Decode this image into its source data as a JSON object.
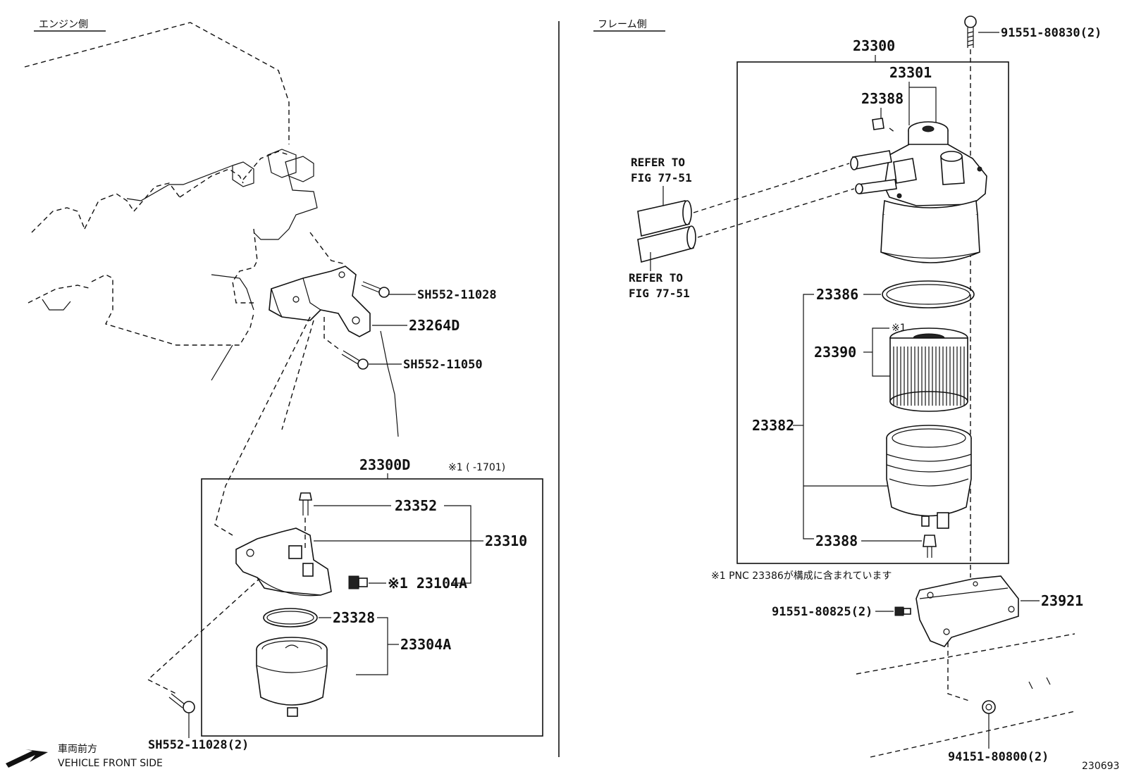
{
  "headers": {
    "engine_side": "エンジン側",
    "frame_side": "フレーム側"
  },
  "labels": {
    "sh552_11028": "SH552-11028",
    "p23264d": "23264D",
    "sh552_11050": "SH552-11050",
    "p23300d": "23300D",
    "note1_range": "※1 (     -1701)",
    "p23352": "23352",
    "p23310": "23310",
    "p23104a": "※1 23104A",
    "p23328": "23328",
    "p23304a": "23304A",
    "sh552_11028_2": "SH552-11028(2)",
    "p91551_80830": "91551-80830(2)",
    "p23300": "23300",
    "p23301": "23301",
    "p23388_top": "23388",
    "refer1_line1": "REFER TO",
    "refer1_line2": "FIG 77-51",
    "refer2_line1": "REFER TO",
    "refer2_line2": "FIG 77-51",
    "p23386": "23386",
    "p23390": "23390",
    "note1_mark": "※1",
    "p23382": "23382",
    "p23388_bottom": "23388",
    "pnc_note": "※1 PNC 23386が構成に含まれています",
    "p91551_80825": "91551-80825(2)",
    "p23921": "23921",
    "p94151_80800": "94151-80800(2)",
    "figure_id": "230693"
  },
  "footer": {
    "direction_jp": "車両前方",
    "direction_en": "VEHICLE FRONT SIDE"
  },
  "icons": {
    "front_arrow": "arrow-left-down-icon"
  }
}
